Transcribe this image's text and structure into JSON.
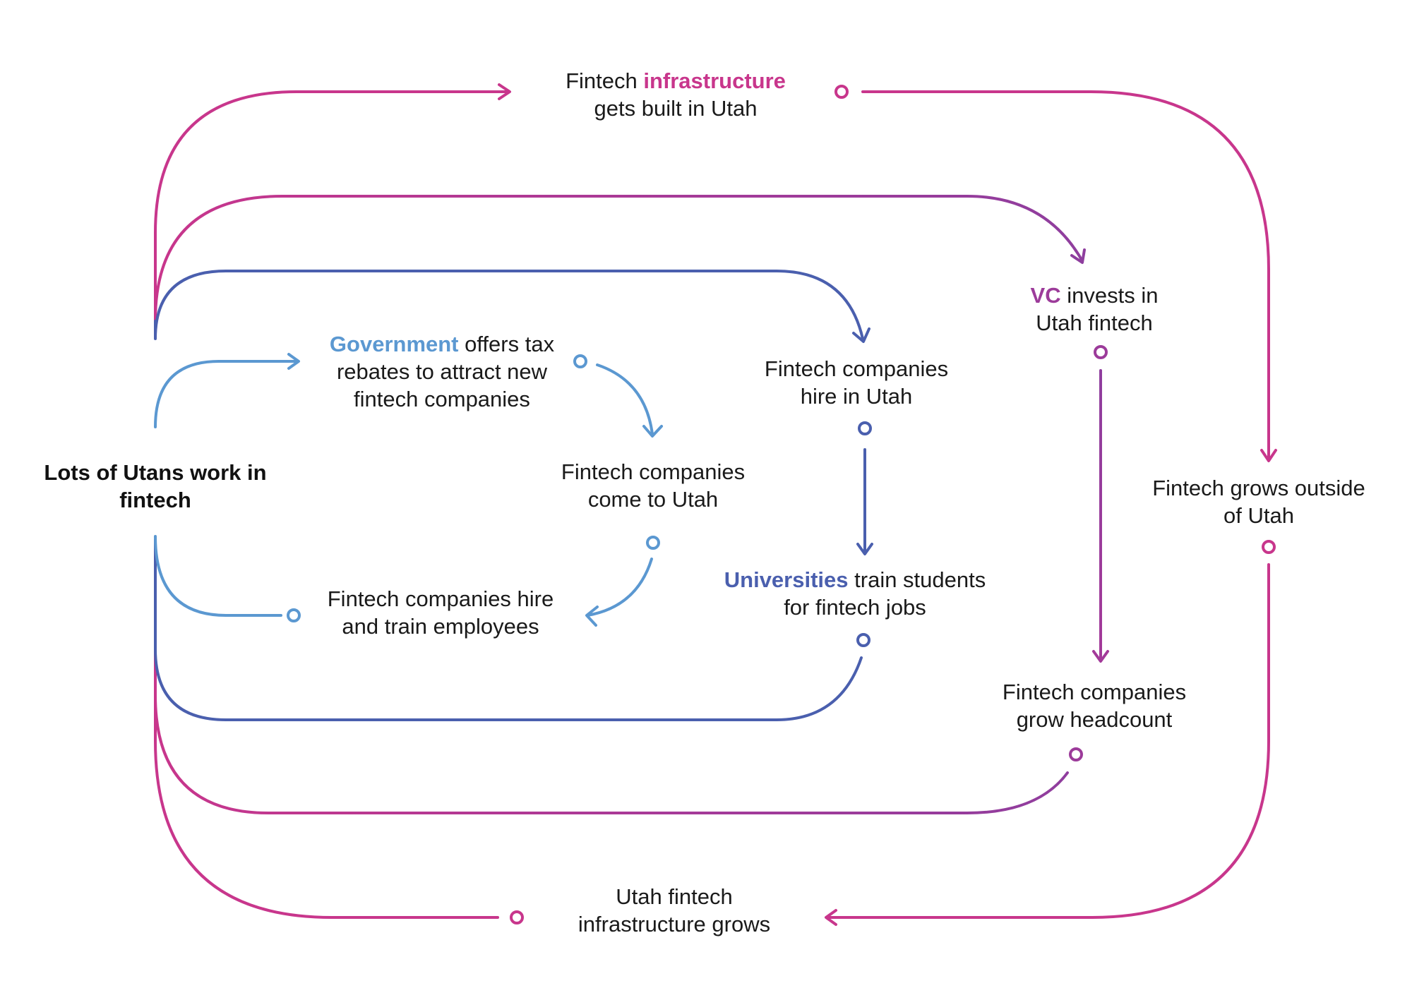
{
  "colors": {
    "magenta": "#c8368c",
    "purple": "#9c3b9a",
    "navy": "#4a5fae",
    "lightblue": "#5b98d1",
    "text": "#1a1a1a"
  },
  "nodes": {
    "root": {
      "line1": "Lots of Utans work in",
      "line2": "fintech"
    },
    "infra_built": {
      "line1_pre": "Fintech ",
      "line1_hl": "infrastructure",
      "line2": "gets built in Utah"
    },
    "vc": {
      "line1_hl": "VC",
      "line1_post": " invests in",
      "line2": "Utah fintech"
    },
    "hire_utah": {
      "line1": "Fintech companies",
      "line2": "hire in Utah"
    },
    "gov": {
      "line1_hl": "Government",
      "line1_post": " offers tax",
      "line2": "rebates to attract new",
      "line3": "fintech companies"
    },
    "come_utah": {
      "line1": "Fintech companies",
      "line2": "come to Utah"
    },
    "hire_train": {
      "line1": "Fintech companies hire",
      "line2": "and train employees"
    },
    "universities": {
      "line1_hl": "Universities",
      "line1_post": " train students",
      "line2": "for fintech jobs"
    },
    "headcount": {
      "line1": "Fintech companies",
      "line2": "grow headcount"
    },
    "grows_outside": {
      "line1": "Fintech grows outside",
      "line2": "of Utah"
    },
    "infra_grows": {
      "line1": "Utah fintech",
      "line2": "infrastructure grows"
    }
  },
  "loops": [
    {
      "name": "infrastructure-loop",
      "color": "magenta"
    },
    {
      "name": "vc-loop",
      "color": "purple"
    },
    {
      "name": "university-loop",
      "color": "navy"
    },
    {
      "name": "government-loop",
      "color": "lightblue"
    }
  ]
}
